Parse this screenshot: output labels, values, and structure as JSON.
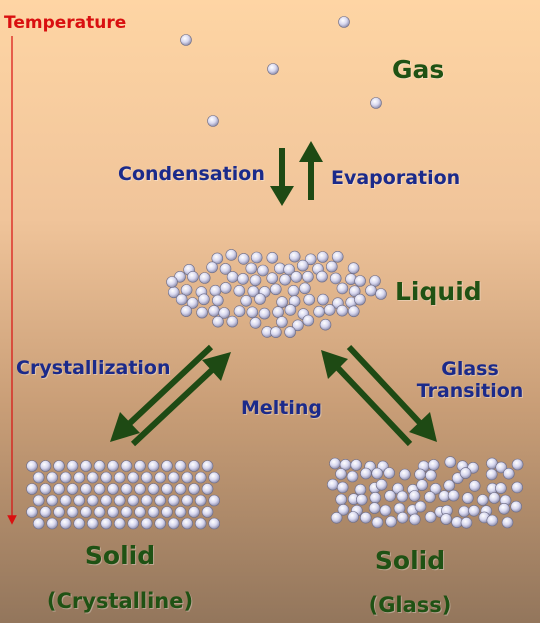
{
  "axis": {
    "label": "Temperature",
    "color": "#d91010"
  },
  "states": {
    "gas": "Gas",
    "liquid": "Liquid",
    "solid_crystalline": {
      "title": "Solid",
      "subtitle": "(Crystalline)"
    },
    "solid_glass": {
      "title": "Solid",
      "subtitle": "(Glass)"
    }
  },
  "transitions": {
    "condensation": "Condensation",
    "evaporation": "Evaporation",
    "crystallization": "Crystallization",
    "melting": "Melting",
    "glass_transition_line1": "Glass",
    "glass_transition_line2": "Transition"
  },
  "colors": {
    "background_top": "#fed5a4",
    "background_bottom": "#93765c",
    "arrow": "#1e4a14",
    "label_blue": "#1b2a8a",
    "label_green": "#1f5214",
    "particle_fill": "#d8d8ef"
  }
}
